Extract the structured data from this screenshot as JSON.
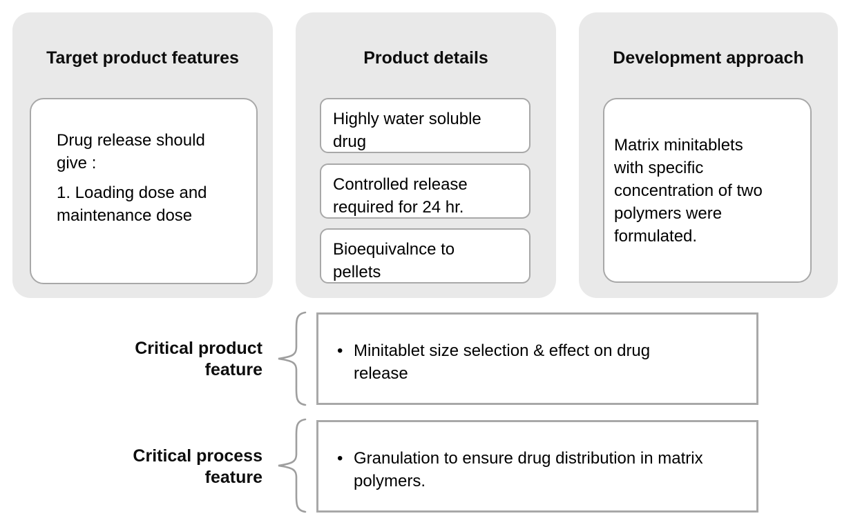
{
  "panels": [
    {
      "title": "Target product features",
      "box_lines": [
        [
          "Drug release should",
          "give :"
        ],
        [
          "1. Loading dose and",
          "maintenance dose"
        ]
      ],
      "full_text": "Drug release should give : 1. Loading dose and maintenance dose"
    },
    {
      "title": "Product details",
      "boxes": [
        {
          "lines": [
            "Highly water soluble",
            "drug"
          ],
          "full_text": "Highly water soluble drug"
        },
        {
          "lines": [
            "Controlled release",
            "required for 24 hr."
          ],
          "full_text": "Controlled release required for 24 hr."
        },
        {
          "lines": [
            "Bioequivalnce to",
            "pellets"
          ],
          "full_text": "Bioequivalnce to pellets"
        }
      ]
    },
    {
      "title": "Development approach",
      "box_lines": [
        [
          "Matrix minitablets",
          "with specific",
          "concentration of two",
          "polymers were",
          "formulated."
        ]
      ],
      "full_text": "Matrix minitablets with specific concentration of two polymers were formulated."
    }
  ],
  "callouts": [
    {
      "label": "Critical product feature",
      "bullet_char": "•",
      "lines": [
        "Minitablet size selection & effect on drug",
        "release"
      ],
      "full_text": "Minitablet size selection & effect on drug release"
    },
    {
      "label": "Critical process feature",
      "bullet_char": "•",
      "lines": [
        "Granulation to ensure drug distribution in matrix",
        "polymers."
      ],
      "full_text": "Granulation to ensure drug distribution in matrix polymers."
    }
  ],
  "colors": {
    "panel_bg": "#e9e9e9",
    "box_border": "#a8a8a8",
    "brace": "#9e9e9e",
    "text": "#000000",
    "heading_text": "#0d0d0d"
  }
}
